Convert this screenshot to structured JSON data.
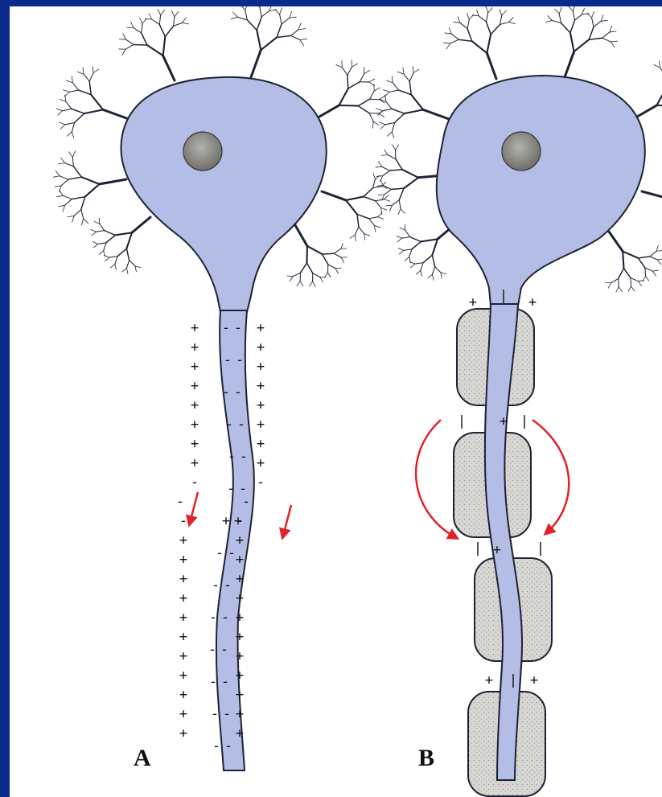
{
  "panels": [
    {
      "label": "A"
    },
    {
      "label": "B"
    }
  ],
  "signs": {
    "positive": "+",
    "negative": "-",
    "node_negative": "|"
  },
  "colors": {
    "background_border": "#0a2a8c",
    "neuron_fill": "#b3bde6",
    "outline": "#1e2233",
    "nucleus": "#8c8c86",
    "myelin": "#d7d7d4",
    "current_arrow": "#e0222b"
  },
  "icons": {
    "soma": "neuron-cell-body",
    "dendrite": "branching-dendrite",
    "nucleus": "cell-nucleus",
    "myelin": "myelin-sheath-segment",
    "arrow": "curved-red-arrow"
  }
}
